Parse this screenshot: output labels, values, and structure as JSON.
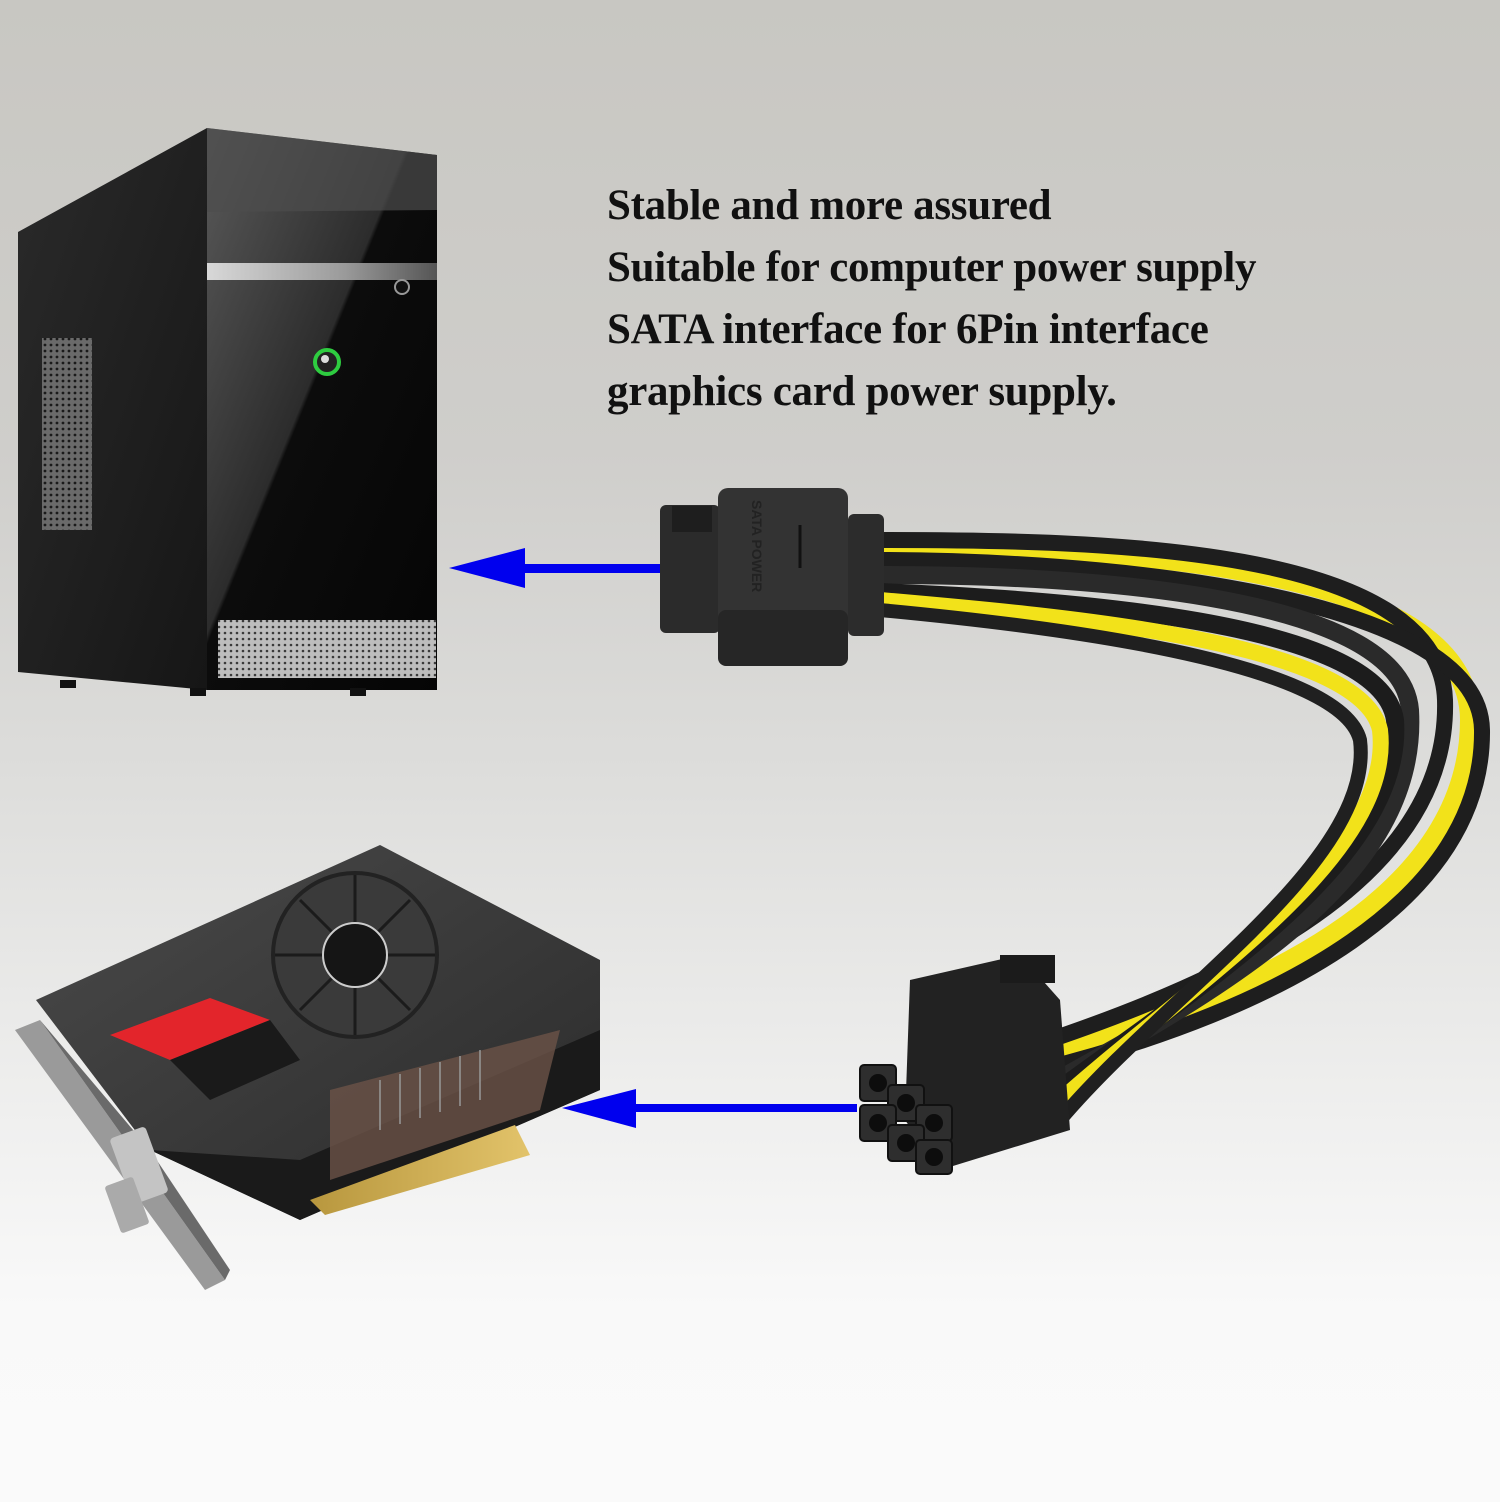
{
  "caption": {
    "lines": [
      "Stable and more assured",
      "Suitable for computer power supply",
      "SATA interface for 6Pin interface",
      "graphics card power supply."
    ]
  },
  "connectors": {
    "sata": {
      "label": "SATA POWER",
      "type": "SATA 15-pin power connector"
    },
    "pcie": {
      "type": "6Pin PCIe power connector",
      "pin_count": 6
    }
  },
  "devices": {
    "pc_case": "Computer tower (power supply)",
    "gpu": "Graphics card"
  },
  "colors": {
    "arrow": "#0000ee",
    "wire_yellow": "#f2e21a",
    "wire_black": "#1e1e1e",
    "gpu_accent_red": "#e3252b",
    "power_led": "#2ecc40",
    "background_top": "#c8c7c2",
    "background_bottom": "#fafafa"
  },
  "arrows": [
    {
      "from": "sata-connector",
      "to": "pc-case"
    },
    {
      "from": "pcie-6pin-connector",
      "to": "graphics-card"
    }
  ]
}
